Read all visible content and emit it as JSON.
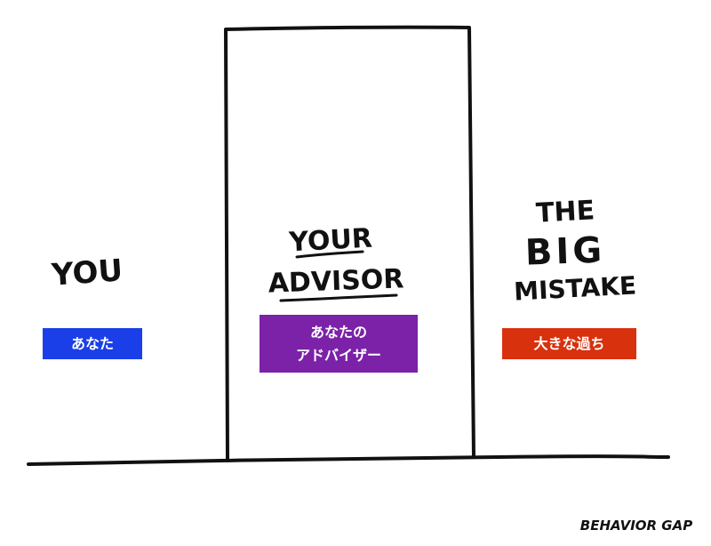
{
  "you": {
    "text": "YOU",
    "label": "あなた",
    "label_color": "#1a3fe8"
  },
  "advisor": {
    "line1": "YOUR",
    "line2": "ADVISOR",
    "label_line1": "あなたの",
    "label_line2": "アドバイザー",
    "label_color": "#7b22a8"
  },
  "mistake": {
    "line1": "THE",
    "line2": "BIG",
    "line3": "MISTAKE",
    "label": "大きな過ち",
    "label_color": "#d8310e"
  },
  "credit": "BEHAVIOR GAP"
}
